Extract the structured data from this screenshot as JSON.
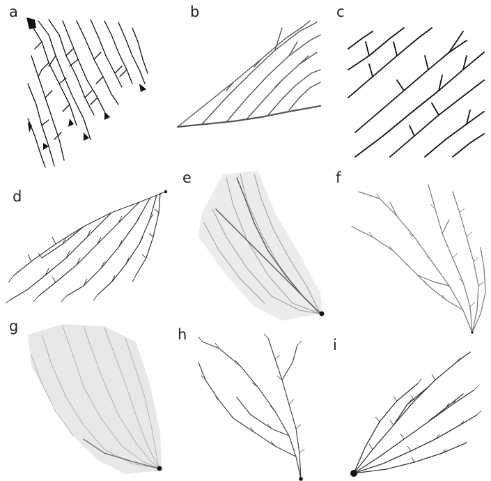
{
  "figure": {
    "panels": [
      {
        "label": "a",
        "style": "dense-black-network"
      },
      {
        "label": "b",
        "style": "sparse-gray-parallel"
      },
      {
        "label": "c",
        "style": "diagonal-black-channels"
      },
      {
        "label": "d",
        "style": "fan-black-tree"
      },
      {
        "label": "e",
        "style": "dense-gray-fan"
      },
      {
        "label": "f",
        "style": "gray-tree-outlet-bottom"
      },
      {
        "label": "g",
        "style": "dense-light-gray-fan"
      },
      {
        "label": "h",
        "style": "dark-gray-tree-outlet-bottom"
      },
      {
        "label": "i",
        "style": "dark-tree-outlet-left"
      }
    ],
    "colors": {
      "ink": "#111111",
      "gray": "#777777",
      "light": "#b5b5b5",
      "background": "#ffffff"
    }
  }
}
